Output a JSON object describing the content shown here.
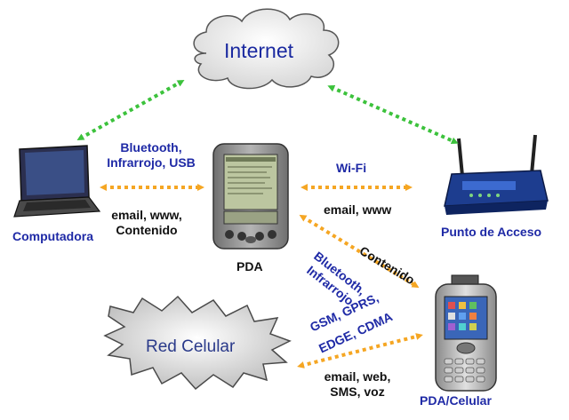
{
  "nodes": {
    "internet": "Internet",
    "red_celular": "Red Celular",
    "computadora": "Computadora",
    "pda": "PDA",
    "punto_acceso": "Punto de Acceso",
    "pda_celular": "PDA/Celular"
  },
  "links": {
    "pc_pda_top": [
      "Bluetooth,",
      "Infrarrojo, USB"
    ],
    "pc_pda_bottom": [
      "email, www,",
      "Contenido"
    ],
    "pda_ap_top": "Wi-Fi",
    "pda_ap_bottom": "email, www",
    "pda_phone_contenido": "Contenido",
    "pda_phone_bt": [
      "Bluetooth,",
      "Infrarrojo"
    ],
    "red_phone_top": [
      "GSM, GPRS,",
      "EDGE, CDMA"
    ],
    "red_phone_bottom": [
      "email, web,",
      "SMS, voz"
    ]
  },
  "colors": {
    "arrow_green": "#3cc23c",
    "arrow_orange": "#f5a623",
    "label_blue": "#1f2aa6"
  }
}
